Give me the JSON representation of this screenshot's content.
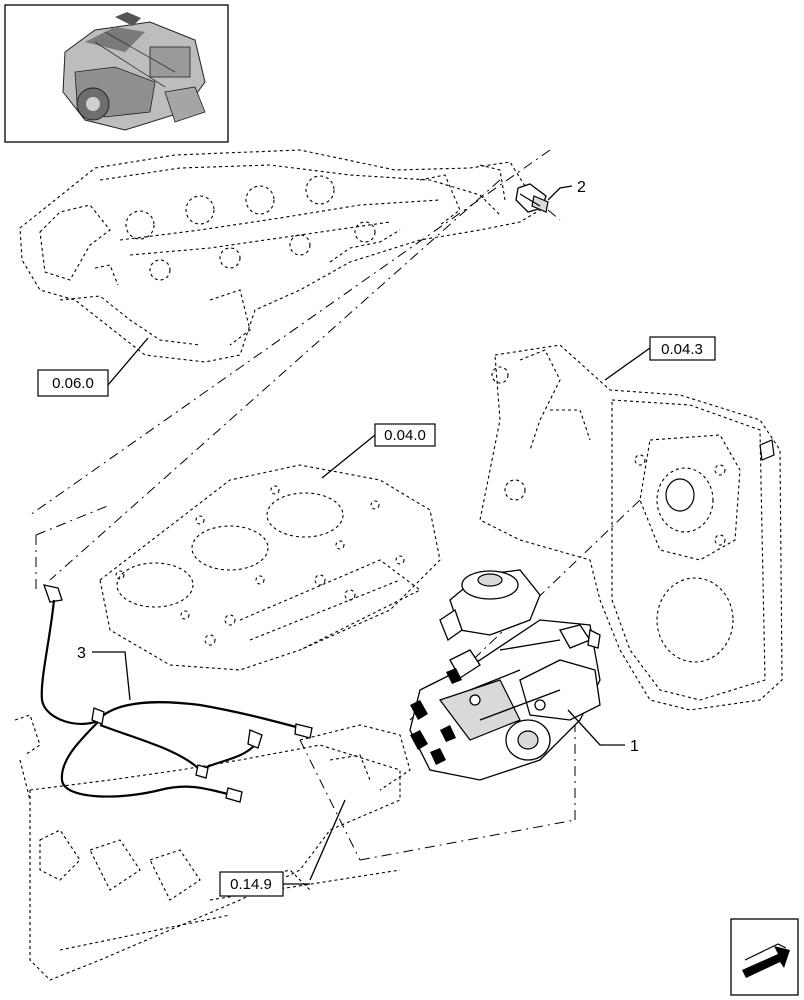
{
  "references": {
    "ref_0060": "0.06.0",
    "ref_0043": "0.04.3",
    "ref_0040": "0.04.0",
    "ref_0149": "0.14.9"
  },
  "callouts": {
    "item_1": "1",
    "item_2": "2",
    "item_3": "3"
  },
  "icons": {
    "thumbnail": "engine-thumbnail-icon",
    "nav_arrow": "next-page-arrow-icon"
  }
}
